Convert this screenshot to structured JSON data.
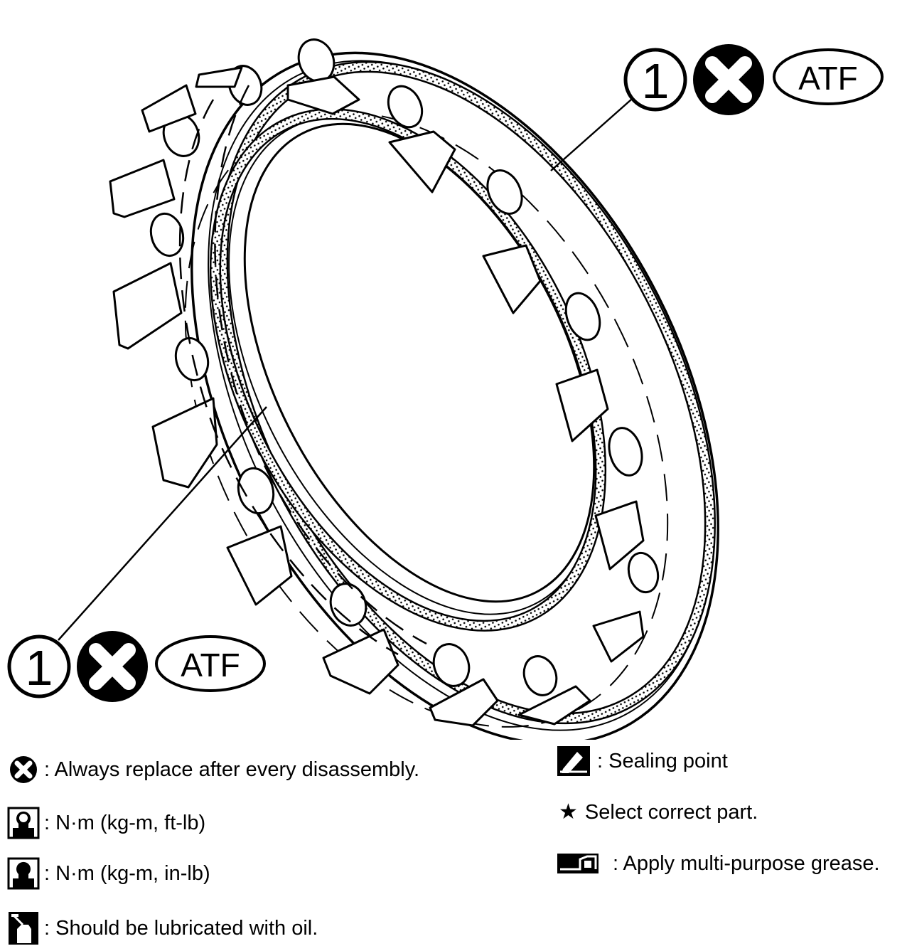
{
  "callouts": [
    {
      "number": "1",
      "lubricant": "ATF"
    },
    {
      "number": "1",
      "lubricant": "ATF"
    }
  ],
  "legend": {
    "replace": ": Always replace after every disassembly.",
    "torque_ftlb": ": N·m (kg-m, ft-lb)",
    "torque_inlb": ": N·m (kg-m, in-lb)",
    "oil": ": Should be lubricated with oil.",
    "sealing": ": Sealing point",
    "select": "Select correct part.",
    "grease": ": Apply multi-purpose grease."
  }
}
